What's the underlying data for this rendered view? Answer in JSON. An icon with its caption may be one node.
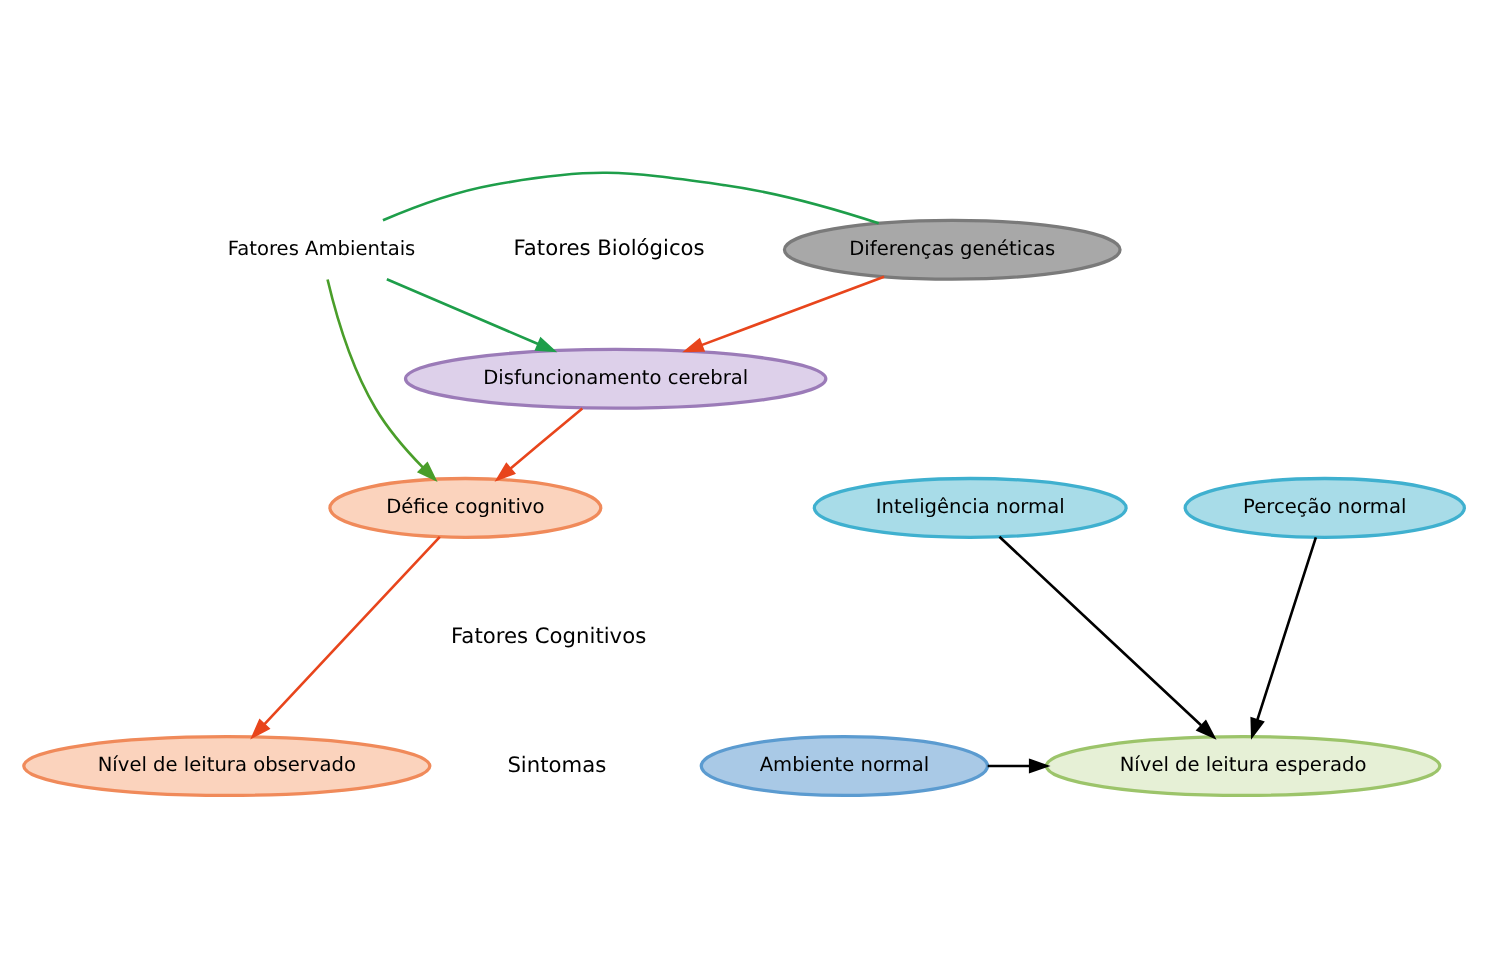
{
  "diagram": {
    "nodes": [
      {
        "text": [
          "Fatores Ambientais"
        ]
      },
      {
        "text": [
          "Diferenças genéticas"
        ]
      },
      {
        "text": [
          "Disfuncionamento cerebral"
        ]
      },
      {
        "text": [
          "Défice cognitivo"
        ]
      },
      {
        "text": [
          "Inteligência normal"
        ]
      },
      {
        "text": [
          "Perceção normal"
        ]
      },
      {
        "text": [
          "Ambiente normal"
        ]
      },
      {
        "text": [
          "Nível de leitura esperado"
        ]
      },
      {
        "text": [
          "Nível de leitura observado"
        ]
      }
    ],
    "edges": [
      {
        "from": 0,
        "to": 1,
        "arrow": "none",
        "color": "#1e9e4a"
      },
      {
        "from": 0,
        "to": 2,
        "arrow": "to",
        "color": "#1e9e4a"
      },
      {
        "from": 0,
        "to": 3,
        "arrow": "to",
        "color": "#4a9e2a"
      },
      {
        "from": 1,
        "to": 2,
        "arrow": "to",
        "color": "#e8451c"
      },
      {
        "from": 2,
        "to": 3,
        "arrow": "to",
        "color": "#e8451c"
      },
      {
        "from": 3,
        "to": 8,
        "arrow": "to",
        "color": "#e8451c"
      },
      {
        "from": 4,
        "to": 7,
        "arrow": "to",
        "color": "#000000"
      },
      {
        "from": 5,
        "to": 7,
        "arrow": "to",
        "color": "#000000"
      },
      {
        "from": 6,
        "to": 7,
        "arrow": "to",
        "color": "#000000"
      }
    ],
    "labels": [
      "Fatores Biológicos",
      "Fatores Cognitivos",
      "Sintomas"
    ]
  }
}
